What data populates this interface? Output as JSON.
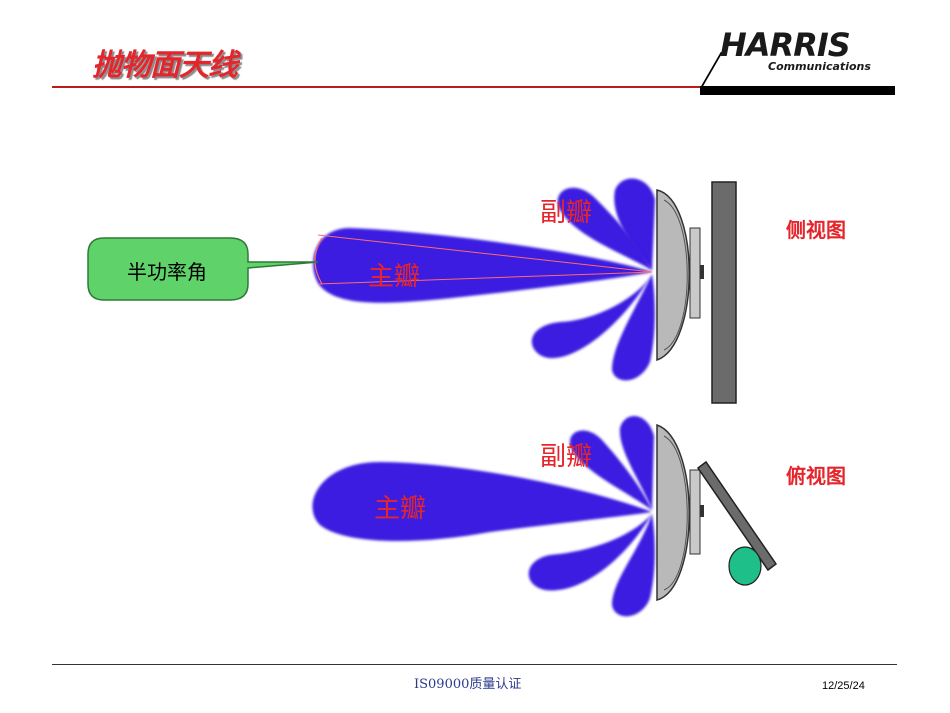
{
  "header": {
    "title": "抛物面天线",
    "logo_main": "HARRIS",
    "logo_sub": "Communications"
  },
  "diagram": {
    "callout_label": "半功率角",
    "side_view": {
      "label": "侧视图",
      "main_lobe_label": "主瓣",
      "side_lobe_label": "副瓣"
    },
    "top_view": {
      "label": "俯视图",
      "main_lobe_label": "主瓣",
      "side_lobe_label": "副瓣"
    }
  },
  "footer": {
    "certification": "IS09000质量认证",
    "date": "12/25/24"
  },
  "colors": {
    "title_red": "#e4252b",
    "lobe_blue": "#3a1fe0",
    "callout_green": "#5fd36a",
    "ball_teal": "#1fbf8a"
  }
}
